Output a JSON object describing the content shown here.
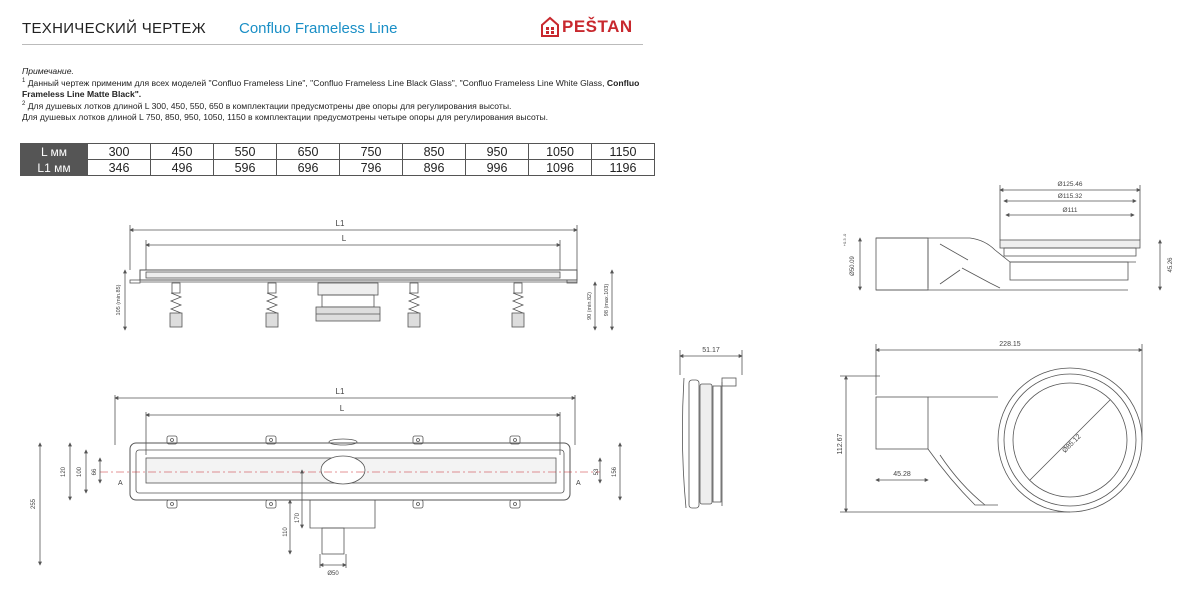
{
  "header": {
    "title_main": "ТЕХНИЧЕСКИЙ ЧЕРТЕЖ",
    "title_sub": "Confluo Frameless Line",
    "brand": "PEŠTAN",
    "brand_color": "#c8282e",
    "accent_color": "#1a8fc6"
  },
  "notes": {
    "label": "Примечание.",
    "note1_num": "1",
    "note1_text": " Данный чертеж применим для всех моделей \"Confluo Frameless Line\", \"Confluo Frameless Line Black Glass\", \"Confluo Frameless Line White Glass,",
    "note1_bold": " Confluo Frameless Line Matte Black\".",
    "note2_num": "2",
    "note2_text": " Для душевых лотков длиной L 300, 450, 550, 650 в комплектации предусмотрены две опоры для регулирования высоты.",
    "note3_text": "Для душевых лотков длиной L 750, 850, 950, 1050, 1150 в комплектации предусмотрены четыре опоры для регулирования высоты."
  },
  "table": {
    "rows": [
      {
        "label": "L мм",
        "values": [
          "300",
          "450",
          "550",
          "650",
          "750",
          "850",
          "950",
          "1050",
          "1150"
        ]
      },
      {
        "label": "L1 мм",
        "values": [
          "346",
          "496",
          "596",
          "696",
          "796",
          "896",
          "996",
          "1096",
          "1196"
        ]
      }
    ]
  },
  "drawing": {
    "front": {
      "L1": "L1",
      "L": "L",
      "h_left": "105 (min.85)",
      "h_right1": "90 (min.82)",
      "h_right2": "98 (max.103)"
    },
    "top": {
      "L1": "L1",
      "L": "L",
      "d255": "255",
      "d120": "120",
      "d100": "100",
      "d66": "66",
      "d53": "53",
      "d156": "156",
      "d170": "170",
      "d110": "110",
      "d50": "Ø50",
      "section_a": "A"
    },
    "side_small": {
      "w": "51.17"
    },
    "side_big": {
      "d1": "Ø125.46",
      "d2": "Ø115.32",
      "d3": "Ø111",
      "pipe": "Ø50.09",
      "pipe_tol": "+0.3 -0",
      "h": "45.26"
    },
    "plan_big": {
      "w": "228.15",
      "h": "112.67",
      "pipe_len": "45.28",
      "dia": "Ø85.12"
    }
  }
}
